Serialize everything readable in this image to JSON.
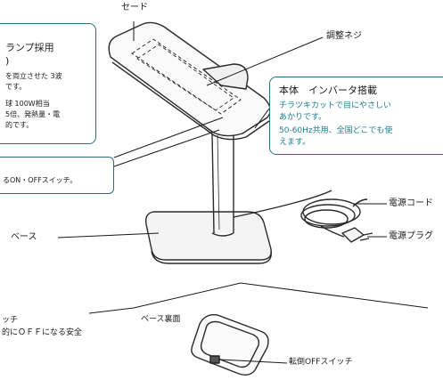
{
  "labels": {
    "shade": "セード",
    "adjust_screw": "調整ネジ",
    "base": "ベース",
    "power_cord": "電源コード",
    "power_plug": "電源プラグ",
    "base_back": "ベース裏面",
    "tip_over_switch": "転倒OFFスイッチ"
  },
  "callouts": {
    "lamp": {
      "title": "ランプ採用",
      "title_suffix": ")",
      "lines": [
        "を両立させた 3波",
        "です。",
        "球 100W相当",
        "5倍、発熱量・電",
        "的です。"
      ]
    },
    "body": {
      "title": "本体　インバータ搭載",
      "lines": [
        "チラツキカットで目にやさしい",
        "あかりです。",
        "50-60Hz共用、全国どこでも使",
        "えます。"
      ]
    },
    "switch": {
      "line": "るON・OFFスイッチ。"
    },
    "bottom_left": {
      "line1": "ッチ",
      "line2": "的にＯＦＦになる安全"
    }
  },
  "colors": {
    "callout_border": "#2a6e7e",
    "text": "#1a1a1a",
    "highlight_text": "#1b7c8c",
    "line_art": "#2a2a2a"
  }
}
